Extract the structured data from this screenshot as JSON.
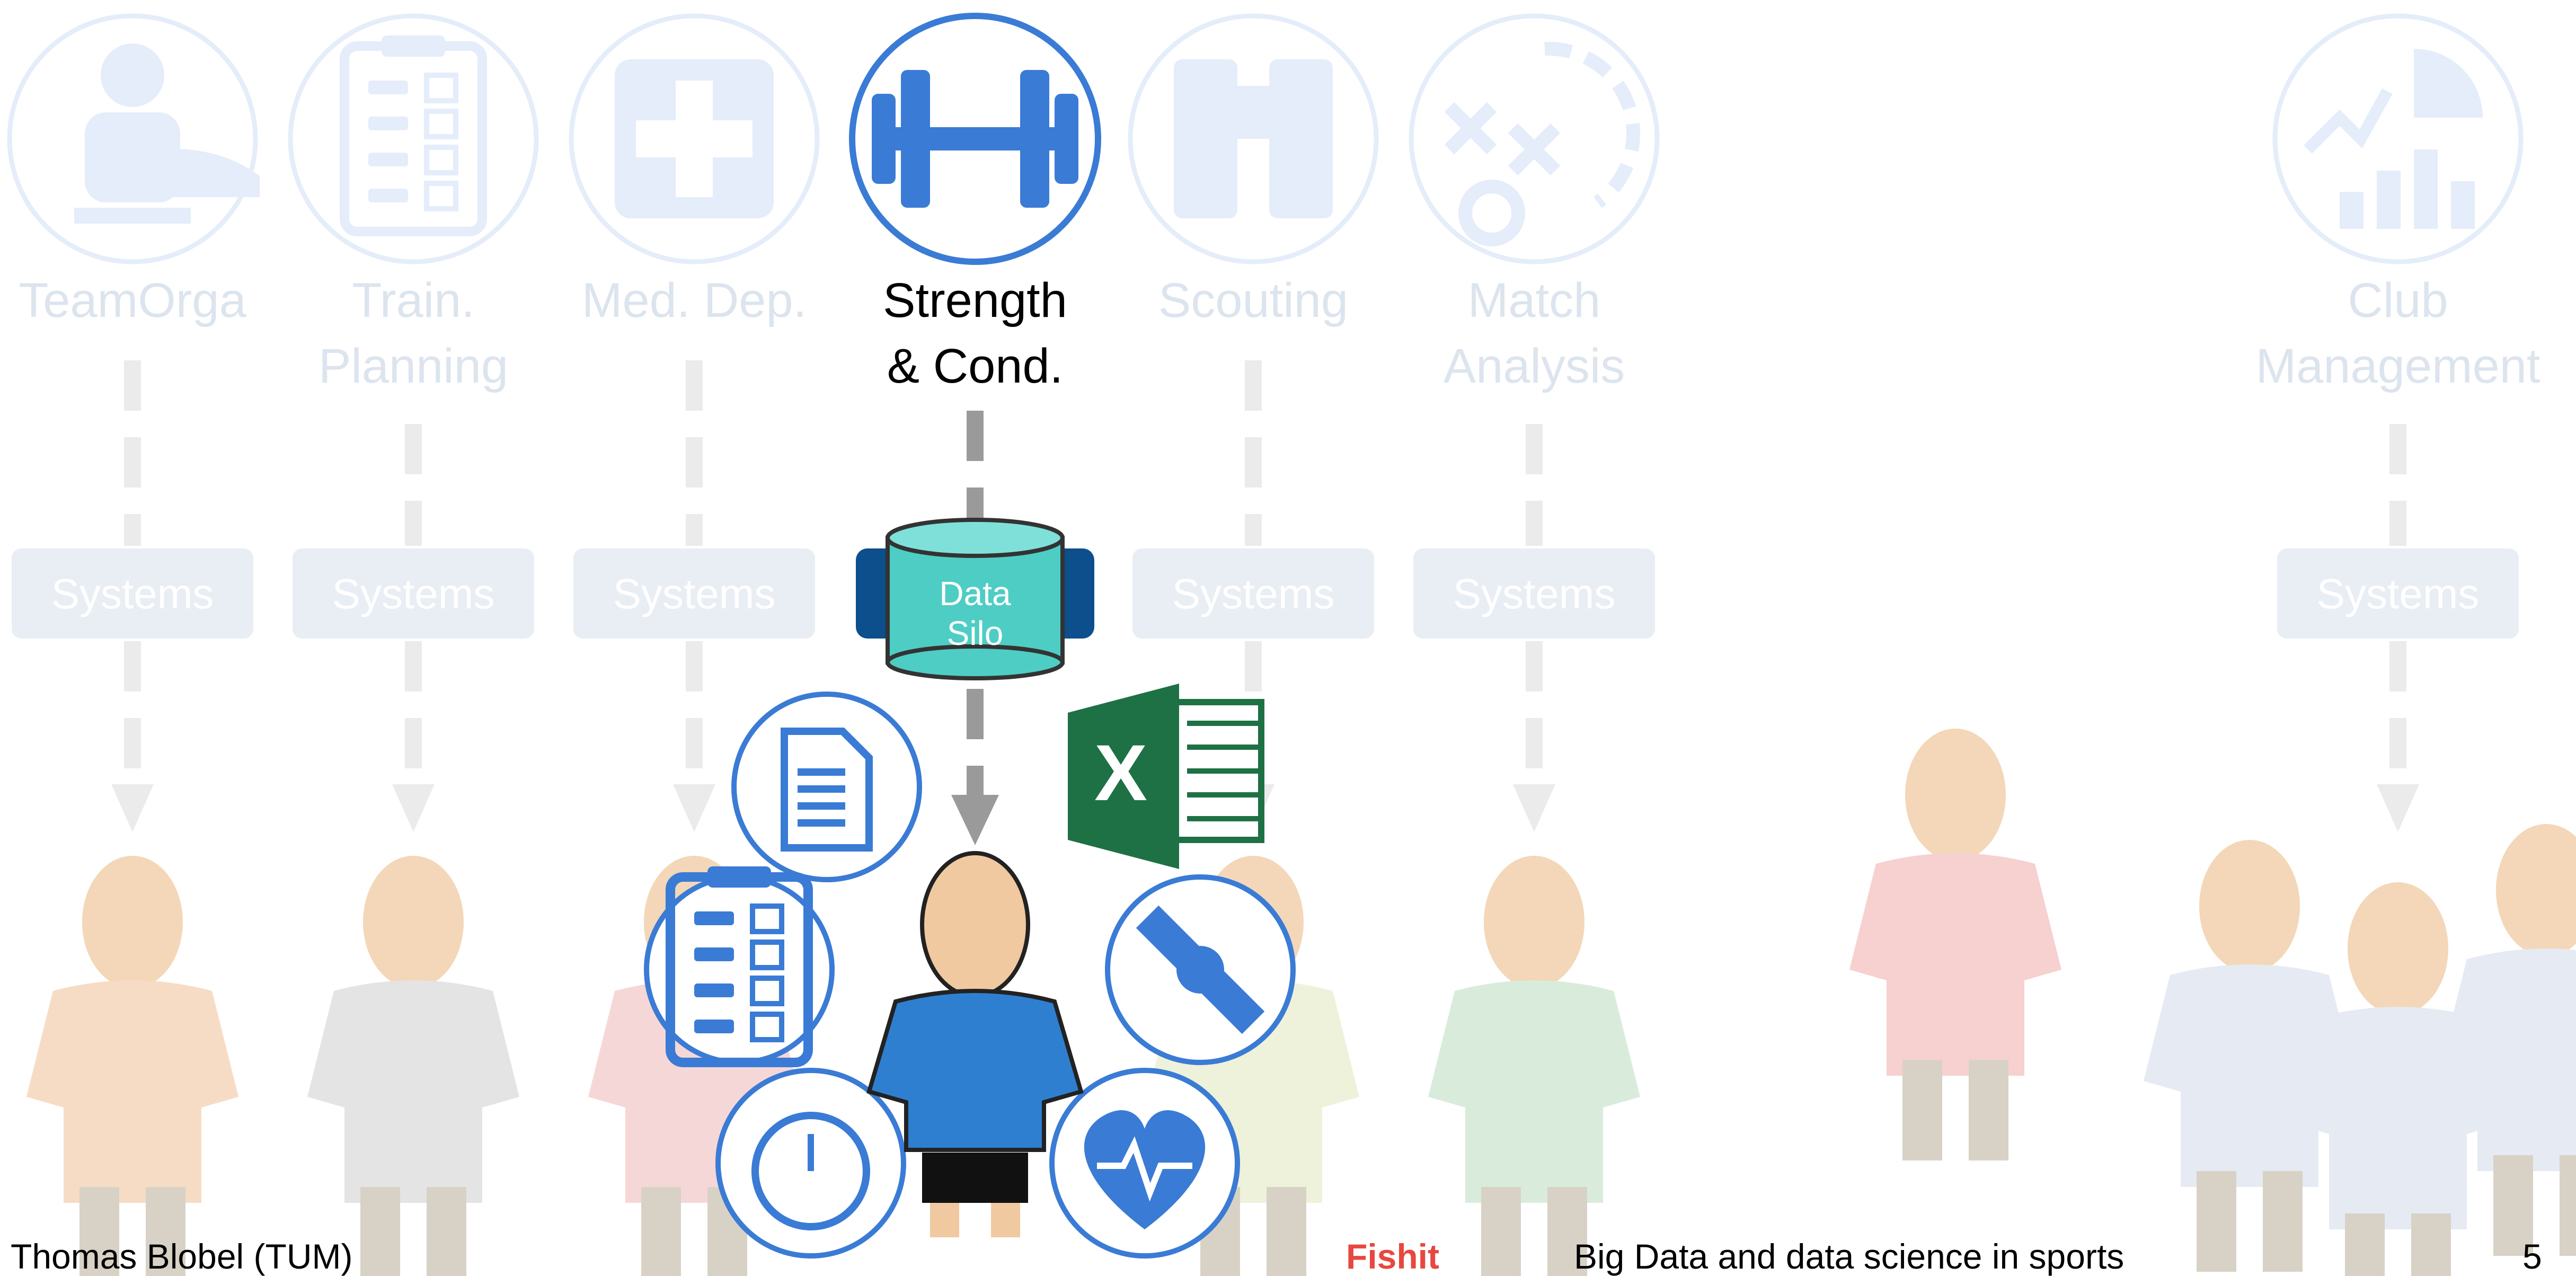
{
  "departments": [
    {
      "id": "teamorga",
      "label_lines": [
        "TeamOrga"
      ],
      "icon": "player-boot-dumbbell-icon",
      "active": false,
      "systems_label": "Systems",
      "staff_figure": "orange-shirt-coach-figure"
    },
    {
      "id": "training",
      "label_lines": [
        "Train.",
        "Planning"
      ],
      "icon": "clipboard-checklist-icon",
      "active": false,
      "systems_label": "Systems",
      "staff_figure": "grey-shirt-coach-figure"
    },
    {
      "id": "medical",
      "label_lines": [
        "Med. Dep."
      ],
      "icon": "medical-cross-icon",
      "active": false,
      "systems_label": "Systems",
      "staff_figure": "medic-figure"
    },
    {
      "id": "strength",
      "label_lines": [
        "Strength",
        "& Cond."
      ],
      "icon": "barbell-icon",
      "active": true,
      "systems_label": null,
      "staff_figure": "strength-coach-figure"
    },
    {
      "id": "scouting",
      "label_lines": [
        "Scouting"
      ],
      "icon": "binoculars-icon",
      "active": false,
      "systems_label": "Systems",
      "staff_figure": "scout-figure"
    },
    {
      "id": "match",
      "label_lines": [
        "Match",
        "Analysis"
      ],
      "icon": "tactics-board-icon",
      "active": false,
      "systems_label": "Systems",
      "staff_figure": "analyst-figure"
    },
    {
      "id": "player",
      "label_lines": [],
      "icon": null,
      "active": false,
      "systems_label": null,
      "staff_figure": "red-shirt-player-figure"
    },
    {
      "id": "club",
      "label_lines": [
        "Club",
        "Management"
      ],
      "icon": "chart-analytics-icon",
      "active": false,
      "systems_label": "Systems",
      "staff_figure": "management-group-figure"
    }
  ],
  "data_silo": {
    "label_lines": [
      "Data",
      "Silo"
    ],
    "color": "#4ecdc4"
  },
  "tool_icons": [
    "document-edit-icon",
    "excel-icon",
    "checklist-icon",
    "satellite-gps-icon",
    "stopwatch-icon",
    "heart-rate-icon"
  ],
  "excel_letter": "X",
  "footer": {
    "author": "Thomas Blobel (TUM)",
    "brand": "Fishit",
    "topic": "Big Data and data science in sports",
    "page": "5"
  },
  "colors": {
    "accent_blue": "#3a7bd5",
    "faded_blue": "#e4edf9",
    "faded_text": "#dce4ee",
    "systems_box": "#e9eef4",
    "arrow_grey": "#9a9a9a",
    "faded_arrow": "#ebebeb",
    "silo_side": "#0c4f8c",
    "excel_green": "#1e7145",
    "brand_red": "#e8473f"
  }
}
